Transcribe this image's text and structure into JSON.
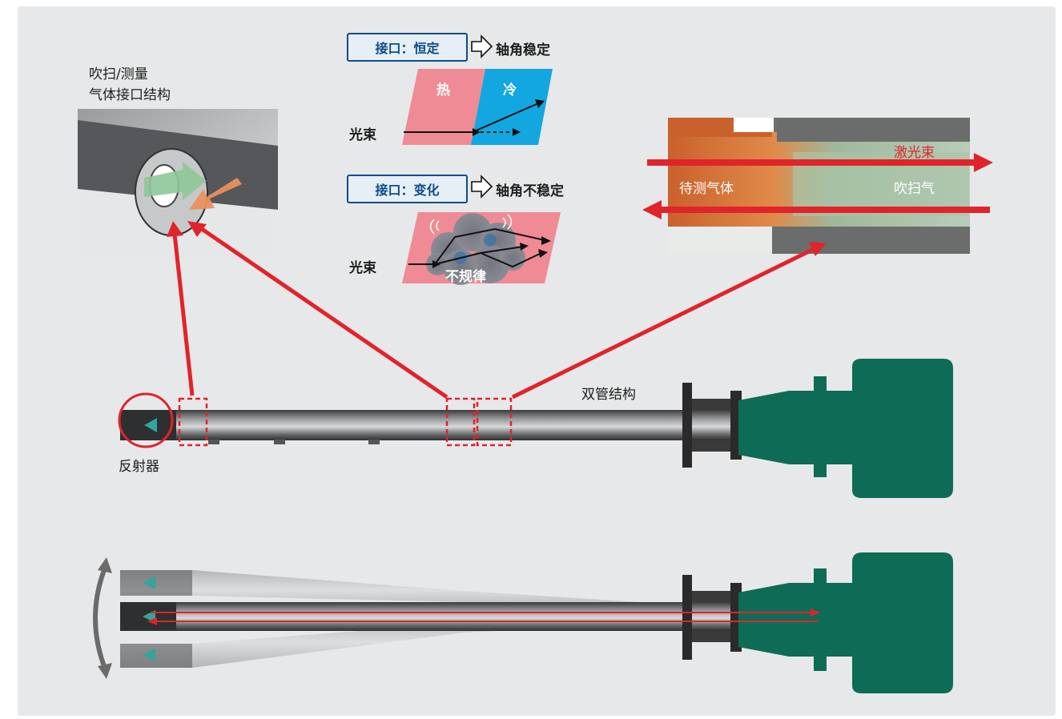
{
  "labels": {
    "purge_interface_line1": "吹扫/测量",
    "purge_interface_line2": "气体接口结构",
    "interface_stable_box": "接口：恒定",
    "axis_stable": "轴角稳定",
    "hot": "热",
    "cold": "冷",
    "beam_1": "光束",
    "interface_change_box": "接口：变化",
    "axis_unstable": "轴角不稳定",
    "irregular": "不规律",
    "beam_2": "光束",
    "laser_beam": "激光束",
    "gas_measured": "待测气体",
    "purge_gas": "吹扫气",
    "double_tube": "双管结构",
    "reflector": "反射器"
  },
  "colors": {
    "arrow_red": "#e0242b",
    "hot_pink": "#ef8b95",
    "cold_blue": "#12a7e0",
    "analyzer_green": "#0e6b56",
    "reflector_teal": "#2fa79a",
    "box_blue": "#0d4c88"
  },
  "icons": [
    "hollow-arrow-icon",
    "double-arrow-icon",
    "curved-arrow-icon"
  ]
}
